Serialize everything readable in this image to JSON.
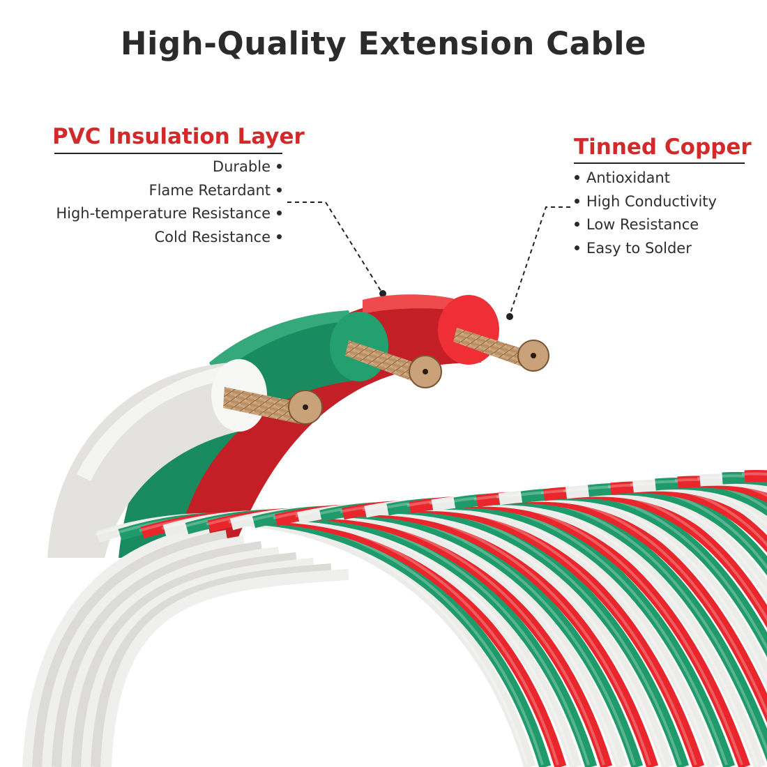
{
  "title": "High-Quality Extension Cable",
  "colors": {
    "heading_red": "#d22a2a",
    "wire_red": "#e8262b",
    "wire_green": "#1f9a6b",
    "wire_white": "#ececea",
    "copper": "#c8a27a"
  },
  "left_callout": {
    "heading": "PVC Insulation Layer",
    "items": [
      "Durable",
      "Flame Retardant",
      "High-temperature Resistance",
      "Cold Resistance"
    ]
  },
  "right_callout": {
    "heading": "Tinned Copper",
    "items": [
      "Antioxidant",
      "High Conductivity",
      "Low Resistance",
      "Easy to Solder"
    ]
  }
}
